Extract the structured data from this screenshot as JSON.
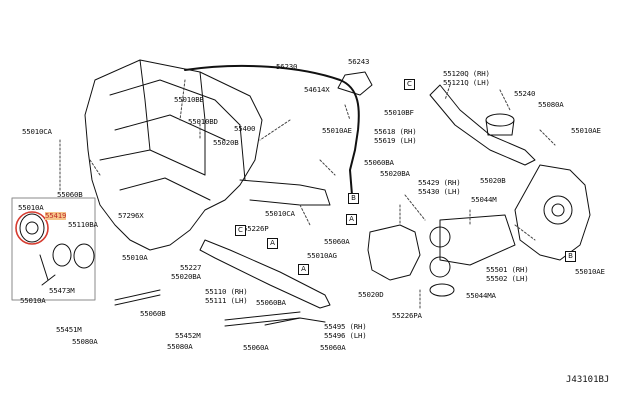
{
  "diagram": {
    "id": "J43101BJ",
    "highlight_color": "#f6c58a",
    "circle_color": "#d63b2f",
    "parts": [
      "55010BB",
      "56230",
      "56243",
      "54614X",
      "55010BF",
      "55120Q (RH)",
      "55121Q (LH)",
      "55240",
      "55080A",
      "55010CA",
      "55010BD",
      "55400",
      "55020B",
      "55010AE",
      "55010AE",
      "55618 (RH)",
      "55619 (LH)",
      "55060BA",
      "55020BA",
      "55429 (RH)",
      "55430 (LH)",
      "55020B",
      "55044M",
      "55060B",
      "55010A",
      "55419",
      "55110BA",
      "57296X",
      "55010CA",
      "55226P",
      "55060A",
      "55010AG",
      "55501 (RH)",
      "55502 (LH)",
      "55044MA",
      "55010AE",
      "55010A",
      "55227",
      "55020BA",
      "55010A",
      "55473M",
      "55110 (RH)",
      "55111 (LH)",
      "55060BA",
      "55020D",
      "55226PA",
      "55451M",
      "55060B",
      "55452M",
      "55495 (RH)",
      "55496 (LH)",
      "55080A",
      "55080A",
      "55060A",
      "55060A"
    ],
    "boxes": [
      "A",
      "B",
      "A",
      "A",
      "B",
      "C",
      "C"
    ]
  }
}
